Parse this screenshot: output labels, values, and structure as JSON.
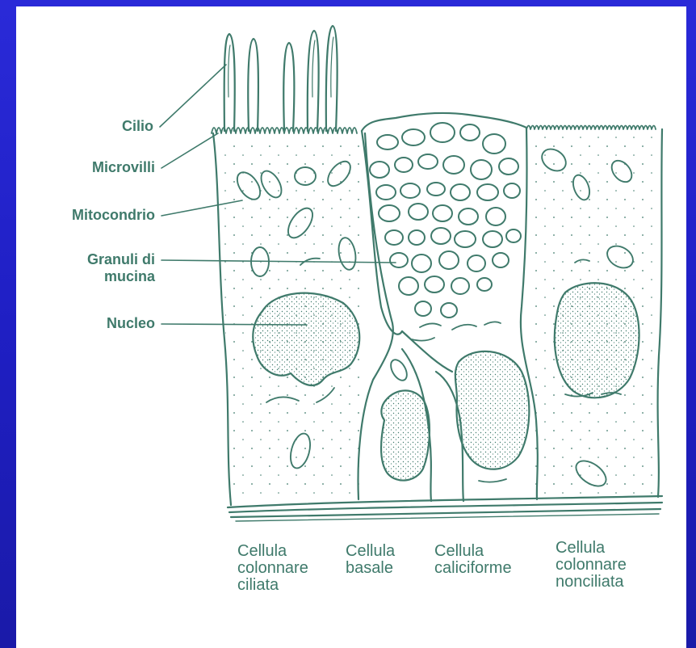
{
  "diagram": {
    "labels": {
      "cilium": "Cilio",
      "microvilli": "Microvilli",
      "mitochondrion": "Mitocondrio",
      "mucin_granules": "Granuli di\nmucina",
      "nucleus": "Nucleo"
    },
    "cell_types": {
      "ciliated_columnar": "Cellula\ncolonnare\nciliata",
      "basal": "Cellula\nbasale",
      "goblet": "Cellula\ncaliciforme",
      "nonciliated_columnar": "Cellula\ncolonnare\nnonciliata"
    }
  },
  "colors": {
    "background": "#1f1fc4",
    "panel": "#ffffff",
    "ink": "#3f7a6b"
  }
}
